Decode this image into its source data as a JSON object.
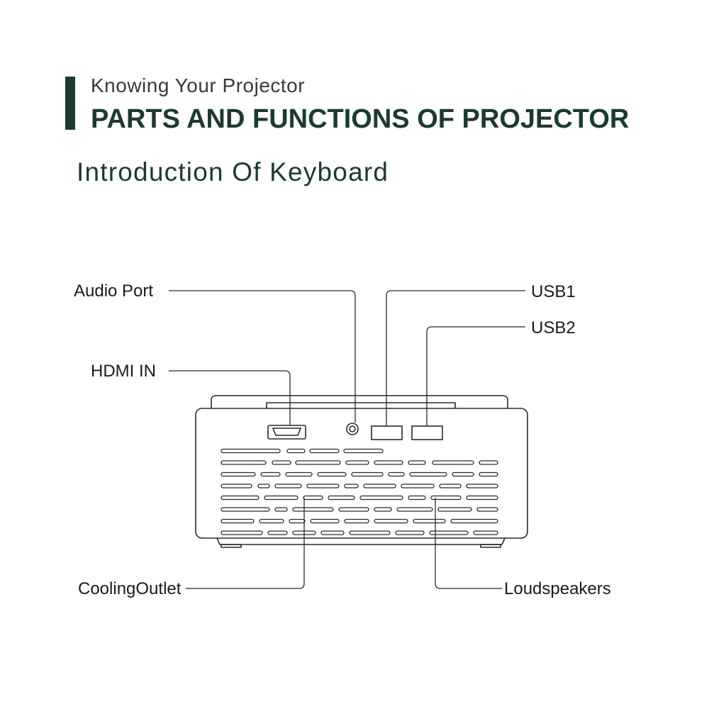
{
  "header": {
    "subtitle": "Knowing Your Projector",
    "title": "PARTS AND FUNCTIONS OF PROJECTOR"
  },
  "section": {
    "title": "Introduction Of Keyboard"
  },
  "labels": {
    "audio_port": "Audio Port",
    "hdmi_in": "HDMI IN",
    "usb1": "USB1",
    "usb2": "USB2",
    "cooling_outlet": "CoolingOutlet",
    "loudspeakers": "Loudspeakers"
  },
  "colors": {
    "accent": "#1b3a32",
    "line": "#2a2a2a"
  }
}
